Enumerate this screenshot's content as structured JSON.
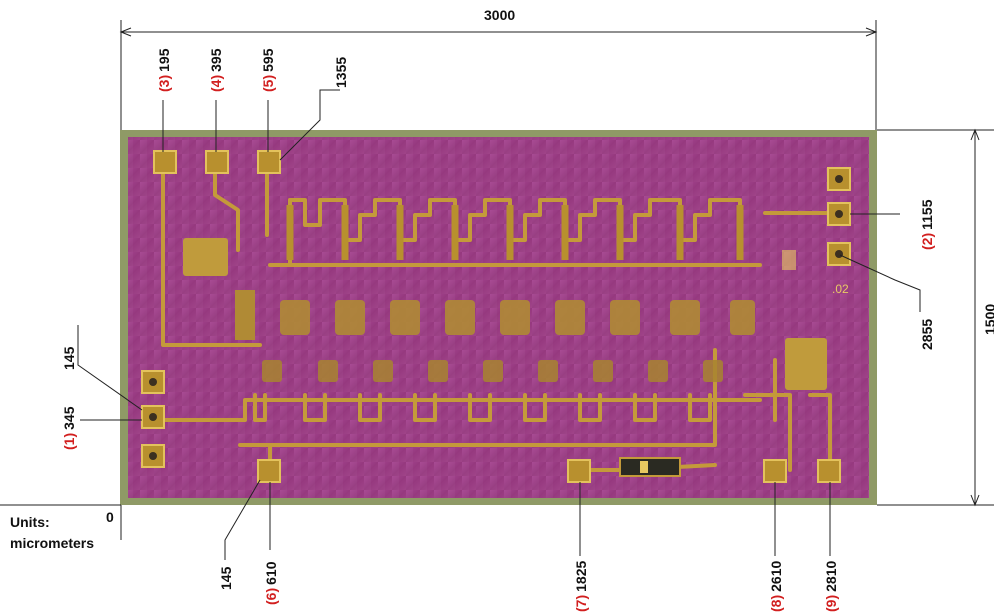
{
  "dimensions": {
    "width_label": "3000",
    "height_label": "1500",
    "origin_label": "0"
  },
  "units": {
    "line1": "Units:",
    "line2": "micrometers"
  },
  "chip_marking": ".02",
  "top_labels": [
    {
      "index": "(3)",
      "value": "195"
    },
    {
      "index": "(4)",
      "value": "395"
    },
    {
      "index": "(5)",
      "value": "595"
    },
    {
      "index": "",
      "value": "1355"
    }
  ],
  "right_labels": [
    {
      "index": "(2)",
      "value": "1155"
    },
    {
      "index": "",
      "value": "2855"
    }
  ],
  "left_labels": [
    {
      "index": "",
      "value": "145"
    },
    {
      "index": "(1)",
      "value": "345"
    }
  ],
  "bottom_labels": [
    {
      "index": "",
      "value": "145"
    },
    {
      "index": "(6)",
      "value": "610"
    },
    {
      "index": "(7)",
      "value": "1825"
    },
    {
      "index": "(8)",
      "value": "2610"
    },
    {
      "index": "(9)",
      "value": "2810"
    }
  ],
  "colors": {
    "die": "#9c3f86",
    "die_border": "#8f9a66",
    "metal": "#c49a3a",
    "pad": "#b8902e",
    "index_red": "#d21f1f"
  }
}
